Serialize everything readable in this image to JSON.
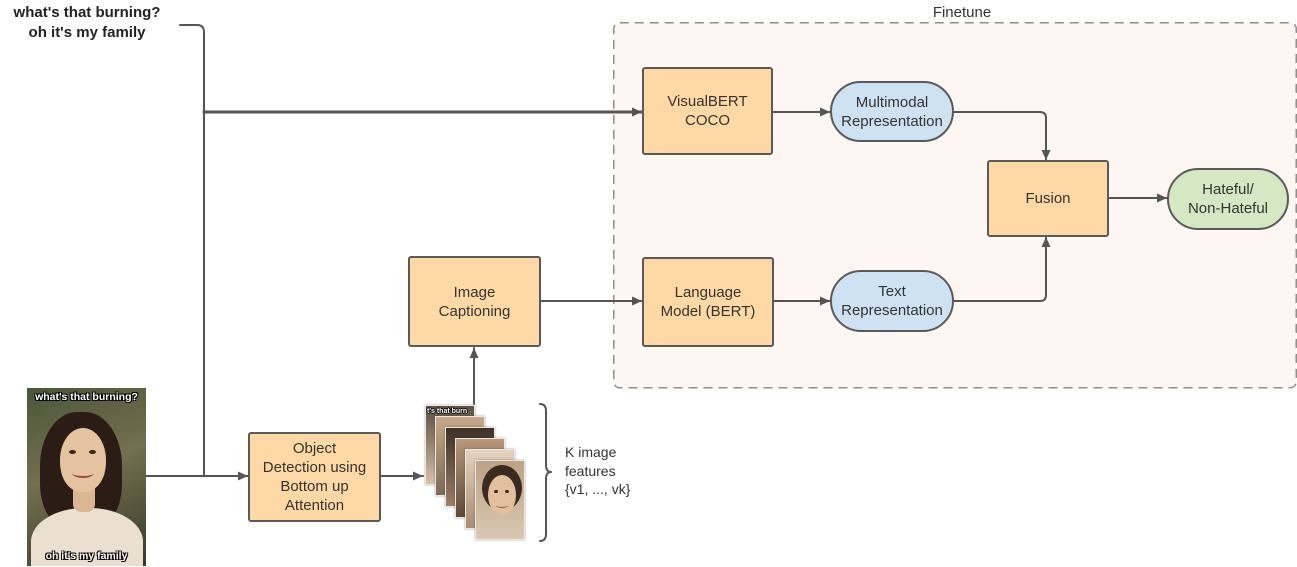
{
  "input_text": {
    "line1": "what's that burning?",
    "line2": "oh it's my family"
  },
  "finetune": {
    "label": "Finetune"
  },
  "nodes": {
    "visualbert": {
      "line1": "VisualBERT",
      "line2": "COCO"
    },
    "multimodal_representation": {
      "line1": "Multimodal",
      "line2": "Representation"
    },
    "fusion": {
      "label": "Fusion"
    },
    "output": {
      "line1": "Hateful/",
      "line2": "Non-Hateful"
    },
    "image_captioning": {
      "line1": "Image",
      "line2": "Captioning"
    },
    "language_model": {
      "line1": "Language",
      "line2": "Model (BERT)"
    },
    "text_representation": {
      "line1": "Text",
      "line2": "Representation"
    },
    "object_detection": {
      "line1": "Object",
      "line2": "Detection using",
      "line3": "Bottom up",
      "line4": "Attention"
    }
  },
  "meme_image": {
    "top_caption": "what's that burning?",
    "bottom_caption": "oh it's my family"
  },
  "image_features": {
    "crop_caption": "t's that burn",
    "line1": "K image",
    "line2": "features",
    "line3": "{v1, ..., vk}"
  },
  "colors": {
    "process_fill": "#fed9a6",
    "representation_fill": "#cfe2f3",
    "output_fill": "#d5e8c4",
    "line": "#555555",
    "finetune_fill": "#fdf6f3",
    "finetune_border": "#8f8f8f"
  }
}
